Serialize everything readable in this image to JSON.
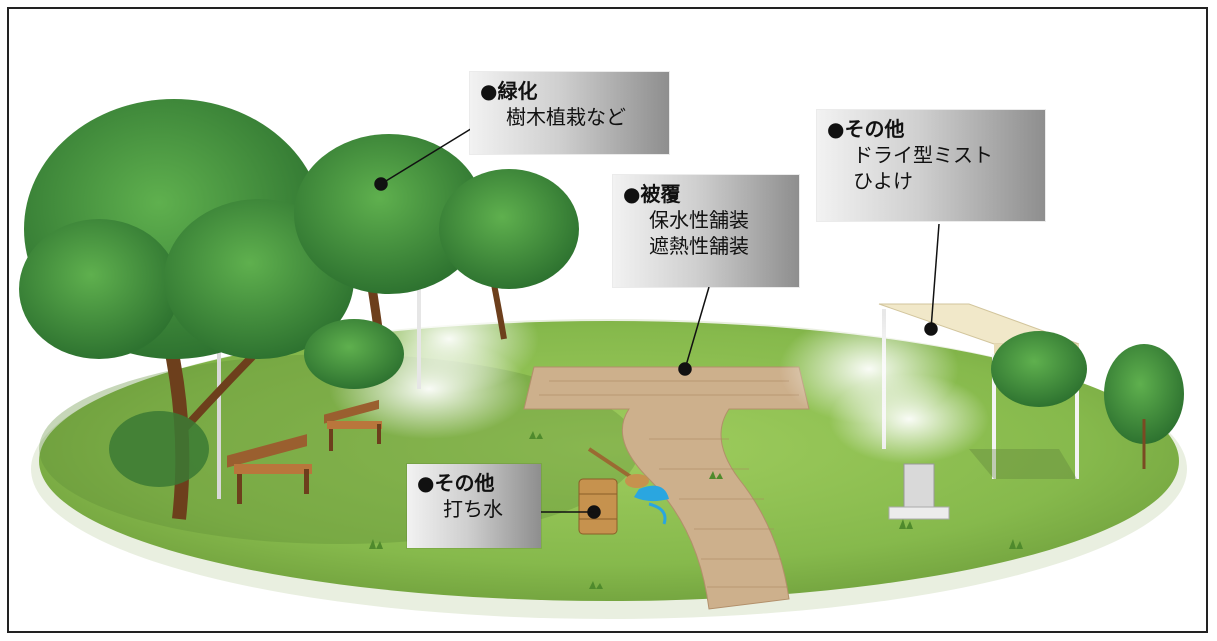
{
  "labels": {
    "greening": {
      "title": "●緑化",
      "lines": [
        "樹木植栽など"
      ]
    },
    "covering": {
      "title": "●被覆",
      "lines": [
        "保水性舗装",
        "遮熱性舗装"
      ]
    },
    "other_mist": {
      "title": "●その他",
      "lines": [
        "ドライ型ミスト",
        "ひよけ"
      ]
    },
    "other_water": {
      "title": "●その他",
      "lines": [
        "打ち水"
      ]
    }
  },
  "colors": {
    "lawn": "#8dbf52",
    "lawn_dark": "#6a9a3a",
    "tree_foliage": "#3f8f3a",
    "tree_trunk": "#7a4a22",
    "paving": "#c8aa86",
    "awning": "#efe6c8"
  }
}
